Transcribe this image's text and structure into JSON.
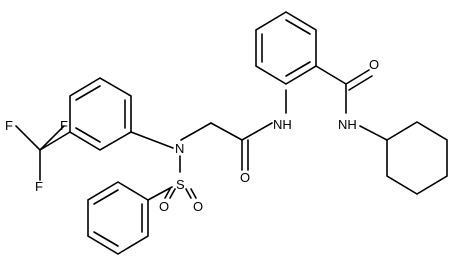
{
  "atom_labels": {
    "fluorine_top_left": "F",
    "fluorine_top_right": "F",
    "fluorine_bottom": "F",
    "sulfonamide_nitrogen": "N",
    "sulfur": "S",
    "sulfonyl_oxygen_left": "O",
    "sulfonyl_oxygen_right": "O",
    "amide_oxygen_middle": "O",
    "aniline_nh": "NH",
    "amide_oxygen_right": "O",
    "cyclohexyl_nh": "NH"
  }
}
